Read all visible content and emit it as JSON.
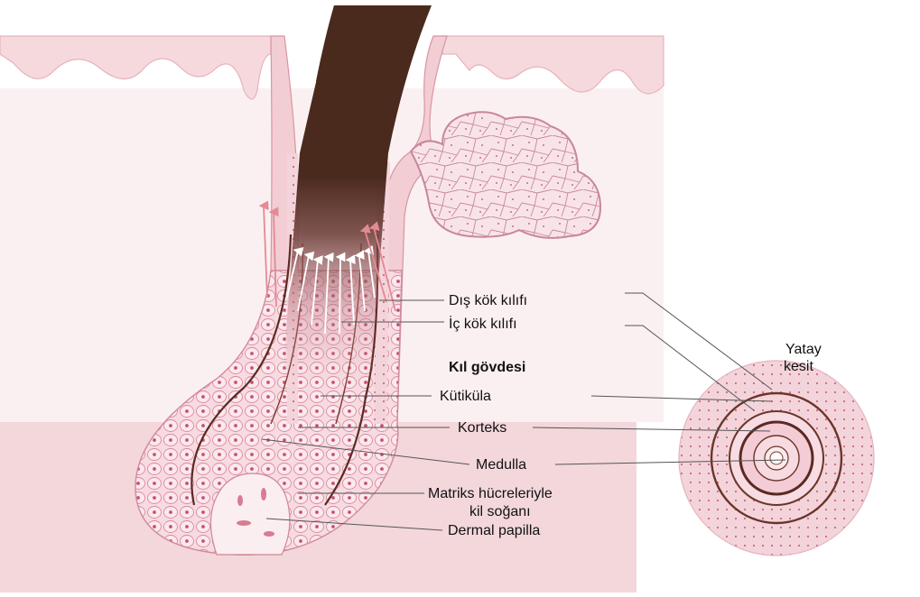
{
  "labels": {
    "dis_kok_kilifi": "Dış kök kılıfı",
    "ic_kok_kilifi": "İç kök kılıfı",
    "kil_govdesi": "Kıl gövdesi",
    "kutikula": "Kütiküla",
    "korteks": "Korteks",
    "medulla": "Medulla",
    "matriks_line1": "Matriks hücreleriyle",
    "matriks_line2": "kil soğanı",
    "dermal_papilla": "Dermal papilla",
    "yatay_line1": "Yatay",
    "yatay_line2": "kesit"
  },
  "colors": {
    "skin_pink": "#f6dfe1",
    "dermis_pink": "#f1cfd5",
    "follicle_pink": "#efc2cc",
    "cell_outline": "#d98aa0",
    "nucleus": "#c94f72",
    "hair_shaft": "#4a2a1c",
    "arrow_white": "#ffffff",
    "arrow_red": "#e48a94"
  }
}
